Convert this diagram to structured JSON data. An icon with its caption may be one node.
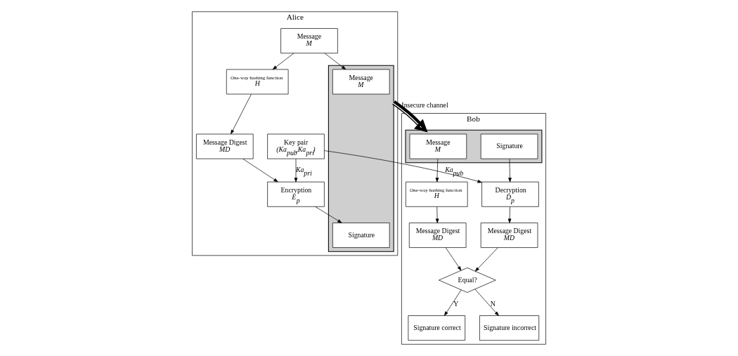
{
  "diagram": {
    "nodes": [
      {
        "text": [
          "Alice"
        ]
      },
      {
        "text": [
          "Message",
          "M"
        ],
        "in": 0
      },
      {
        "text": [
          "One-way hashing function",
          "H"
        ],
        "in": 0
      },
      {
        "text": [
          "Message Digest",
          "MD"
        ],
        "in": 0
      },
      {
        "text": [
          "Encryption",
          "E$_{p}$"
        ],
        "in": 0
      },
      {
        "text": [
          "Key pair",
          "(Ka$_{pub}$,Ka$_{pri}$)"
        ],
        "in": 0
      },
      {
        "text": [],
        "shape": "box",
        "in": 0
      },
      {
        "text": [
          "Message",
          "M"
        ],
        "in": 6
      },
      {
        "text": [
          "Signature"
        ],
        "in": 6
      },
      {
        "text": [
          "Bob"
        ]
      },
      {
        "text": [],
        "shape": "box",
        "in": 9
      },
      {
        "text": [
          "Message",
          "M"
        ],
        "in": 10
      },
      {
        "text": [
          "Signature"
        ],
        "in": 10
      },
      {
        "text": [
          "Signature correct"
        ],
        "in": 9
      },
      {
        "text": [
          "Equal?"
        ],
        "in": 9
      },
      {
        "text": [
          "Signature incorrect"
        ],
        "in": 9
      },
      {
        "text": [
          "Message Digest",
          "MD"
        ],
        "in": 9
      },
      {
        "text": [
          "Message Digest",
          "MD"
        ],
        "in": 9
      },
      {
        "text": [
          "Decryption",
          "D$_{p}$"
        ],
        "in": 9
      },
      {
        "text": [
          "One-way hashing function",
          "H"
        ],
        "in": 9
      }
    ],
    "edges": [
      {
        "from": 1,
        "to": 2,
        "arrow": "to"
      },
      {
        "from": 1,
        "to": 7,
        "arrow": "to"
      },
      {
        "from": 2,
        "to": 3,
        "arrow": "to"
      },
      {
        "from": 3,
        "to": 4,
        "arrow": "to"
      },
      {
        "from": 5,
        "to": 4,
        "arrow": "to",
        "label": "Ka$_{pri}$"
      },
      {
        "from": 4,
        "to": 8,
        "arrow": "to"
      },
      {
        "from": 6,
        "to": 10,
        "arrow": "to",
        "label": "Insecure channel",
        "style": "thick"
      },
      {
        "from": 5,
        "to": 18,
        "arrow": "to",
        "label": "Ka$_{pub}$"
      },
      {
        "from": 12,
        "to": 18,
        "arrow": "to"
      },
      {
        "from": 11,
        "to": 19,
        "arrow": "to"
      },
      {
        "from": 18,
        "to": 16,
        "arrow": "to"
      },
      {
        "from": 19,
        "to": 17,
        "arrow": "to"
      },
      {
        "from": 16,
        "to": 14,
        "arrow": "to"
      },
      {
        "from": 17,
        "to": 14,
        "arrow": "to"
      },
      {
        "from": 14,
        "to": 13,
        "arrow": "to",
        "label": "Y"
      },
      {
        "from": 14,
        "to": 15,
        "arrow": "to",
        "label": "N"
      }
    ]
  }
}
